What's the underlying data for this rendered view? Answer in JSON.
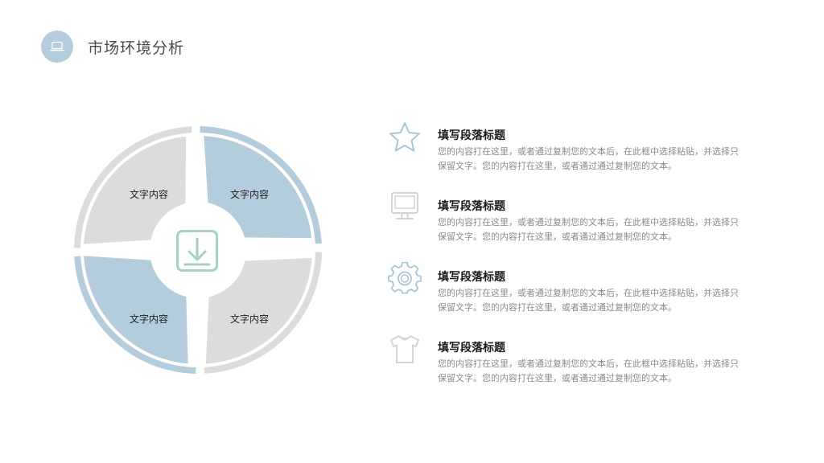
{
  "header": {
    "title": "市场环境分析",
    "icon": "laptop-icon",
    "circle_color": "#b3cddc"
  },
  "diagram": {
    "center_icon": "download-icon",
    "colors": {
      "blue": "#b3cddc",
      "gray": "#dcdcdc",
      "center_icon": "#a6cfc6"
    },
    "segments": [
      {
        "label": "文字内容",
        "position": "top-left",
        "color": "gray"
      },
      {
        "label": "文字内容",
        "position": "top-right",
        "color": "blue"
      },
      {
        "label": "文字内容",
        "position": "bottom-left",
        "color": "blue"
      },
      {
        "label": "文字内容",
        "position": "bottom-right",
        "color": "gray"
      }
    ]
  },
  "items": [
    {
      "icon": "star-icon",
      "title": "填写段落标题",
      "body": "您的内容打在这里，或者通过复制您的文本后，在此框中选择粘贴，并选择只保留文字。您的内容打在这里，或者通过通过复制您的文本。"
    },
    {
      "icon": "monitor-icon",
      "title": "填写段落标题",
      "body": "您的内容打在这里，或者通过复制您的文本后，在此框中选择粘贴，并选择只保留文字。您的内容打在这里，或者通过通过复制您的文本。"
    },
    {
      "icon": "gear-icon",
      "title": "填写段落标题",
      "body": "您的内容打在这里，或者通过复制您的文本后，在此框中选择粘贴，并选择只保留文字。您的内容打在这里，或者通过通过复制您的文本。"
    },
    {
      "icon": "tshirt-icon",
      "title": "填写段落标题",
      "body": "您的内容打在这里，或者通过复制您的文本后，在此框中选择粘贴，并选择只保留文字。您的内容打在这里，或者通过通过复制您的文本。"
    }
  ]
}
